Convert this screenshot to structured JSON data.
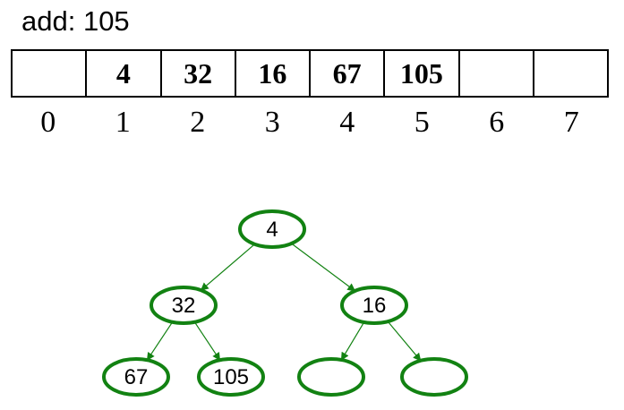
{
  "operation": {
    "label": "add: 105"
  },
  "array": {
    "cells": [
      "",
      "4",
      "32",
      "16",
      "67",
      "105",
      "",
      ""
    ],
    "indices": [
      "0",
      "1",
      "2",
      "3",
      "4",
      "5",
      "6",
      "7"
    ]
  },
  "tree": {
    "nodes": [
      {
        "id": "n0",
        "label": "4"
      },
      {
        "id": "n1",
        "label": "32"
      },
      {
        "id": "n2",
        "label": "16"
      },
      {
        "id": "n3",
        "label": "67"
      },
      {
        "id": "n4",
        "label": "105"
      },
      {
        "id": "n5",
        "label": ""
      },
      {
        "id": "n6",
        "label": ""
      }
    ],
    "edges": [
      [
        "n0",
        "n1"
      ],
      [
        "n0",
        "n2"
      ],
      [
        "n1",
        "n3"
      ],
      [
        "n1",
        "n4"
      ],
      [
        "n2",
        "n5"
      ],
      [
        "n2",
        "n6"
      ]
    ],
    "colors": {
      "node_stroke": "#128212",
      "edge": "#128212"
    }
  }
}
